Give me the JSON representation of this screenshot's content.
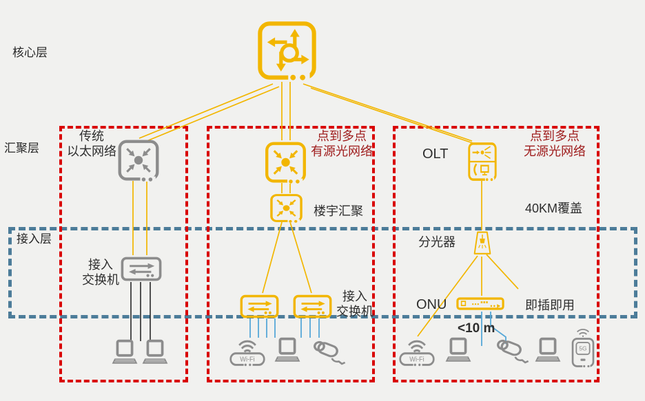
{
  "colors": {
    "accent_yellow": "#F2B600",
    "device_gray": "#8C8C8C",
    "zone_border_red": "#D90000",
    "zone_title_red": "#9E1B1B",
    "access_border_blue": "#4C7C99",
    "cable_blue": "#56A8D8",
    "cable_black": "#1A1A1A",
    "background": "#F1F1EF"
  },
  "layers": {
    "core": "核心层",
    "aggregation": "汇聚层",
    "access": "接入层"
  },
  "zones": {
    "traditional_ethernet": {
      "title": [
        "传统",
        "以太网络"
      ],
      "access_switch": [
        "接入",
        "交换机"
      ]
    },
    "active_optical": {
      "title": [
        "点到多点",
        "有源光网络"
      ],
      "building_aggregation": "楼宇汇聚",
      "access_switch": [
        "接入",
        "交换机"
      ]
    },
    "passive_optical": {
      "title": [
        "点到多点",
        "无源光网络"
      ],
      "olt": "OLT",
      "coverage": "40KM覆盖",
      "splitter": "分光器",
      "onu": "ONU",
      "plug_and_play": "即插即用",
      "onu_distance": "<10 m"
    }
  },
  "device_text": {
    "wifi": "Wi-Fi",
    "five_g": "5G"
  }
}
